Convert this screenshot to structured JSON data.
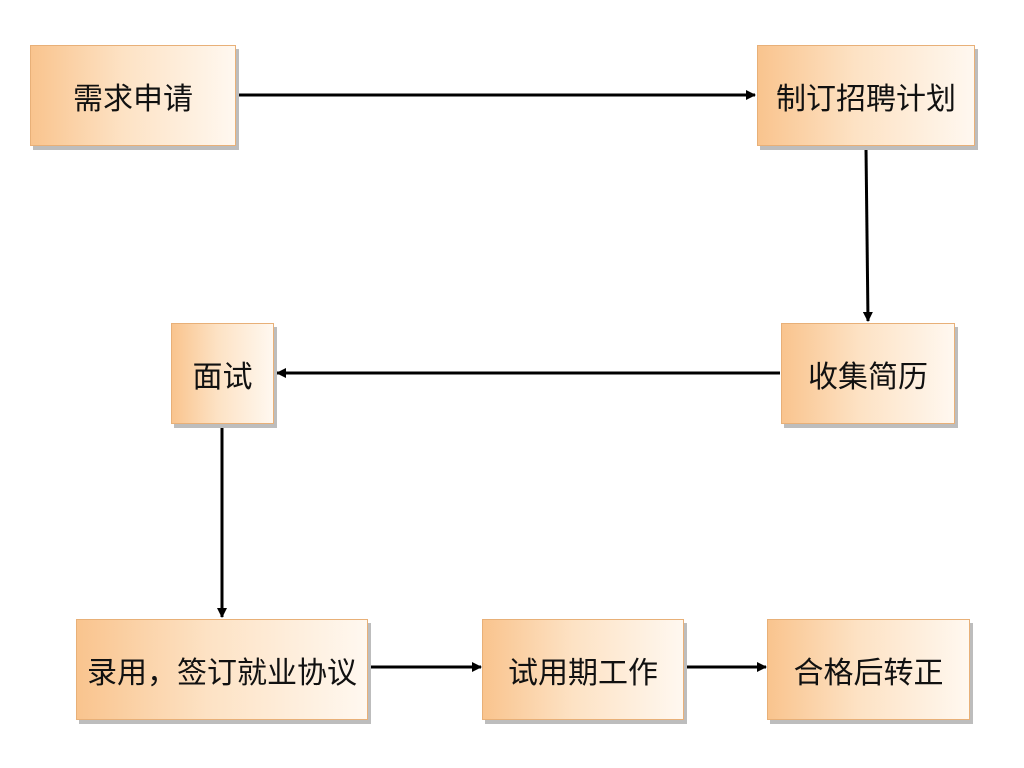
{
  "diagram": {
    "nodes": [
      {
        "id": "n1",
        "label": "需求申请"
      },
      {
        "id": "n2",
        "label": "制订招聘计划"
      },
      {
        "id": "n3",
        "label": "收集简历"
      },
      {
        "id": "n4",
        "label": "面试"
      },
      {
        "id": "n5",
        "label": "录用，签订就业协议"
      },
      {
        "id": "n6",
        "label": "试用期工作"
      },
      {
        "id": "n7",
        "label": "合格后转正"
      }
    ],
    "edges": [
      {
        "from": "n1",
        "to": "n2"
      },
      {
        "from": "n2",
        "to": "n3"
      },
      {
        "from": "n3",
        "to": "n4"
      },
      {
        "from": "n4",
        "to": "n5"
      },
      {
        "from": "n5",
        "to": "n6"
      },
      {
        "from": "n6",
        "to": "n7"
      }
    ],
    "colors": {
      "node_fill_start": "#f9c48e",
      "node_fill_end": "#fff8f0",
      "node_border": "#e8b078",
      "arrow": "#000000"
    }
  }
}
